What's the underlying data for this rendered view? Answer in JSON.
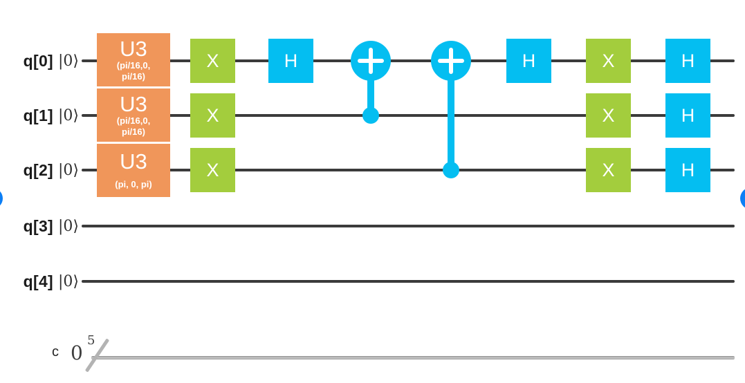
{
  "registers": {
    "qubits": [
      {
        "name": "q[0]",
        "ket": "|0⟩"
      },
      {
        "name": "q[1]",
        "ket": "|0⟩"
      },
      {
        "name": "q[2]",
        "ket": "|0⟩"
      },
      {
        "name": "q[3]",
        "ket": "|0⟩"
      },
      {
        "name": "q[4]",
        "ket": "|0⟩"
      }
    ],
    "classical": {
      "name": "c",
      "index": "0",
      "size": "5"
    }
  },
  "gates": {
    "u3_q0": {
      "label": "U3",
      "param_lines": [
        "(pi/16,0,",
        "pi/16)"
      ]
    },
    "u3_q1": {
      "label": "U3",
      "param_lines": [
        "(pi/16,0,",
        "pi/16)"
      ]
    },
    "u3_q2": {
      "label": "U3",
      "param_lines": [
        "(pi, 0, pi)"
      ]
    },
    "x_label": "X",
    "h_label": "H"
  },
  "colors": {
    "u3_gate": "#F0965A",
    "x_gate": "#A3CD3D",
    "h_gate": "#04BEF1",
    "cnot": "#04BEF1",
    "quantum_wire": "#3B3B3B",
    "classical_wire": "#ABABAB",
    "edge_button": "#0B7EF5"
  }
}
